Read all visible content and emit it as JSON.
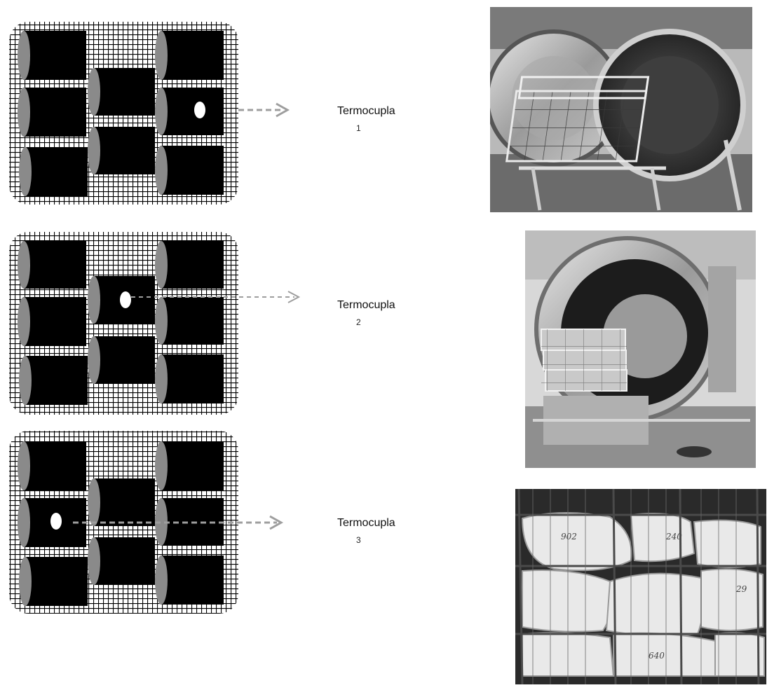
{
  "panels": [
    {
      "label": "Termocupla",
      "sub": "1",
      "thermocouple_slot": "middle-right"
    },
    {
      "label": "Termocupla",
      "sub": "2",
      "thermocouple_slot": "center"
    },
    {
      "label": "Termocupla",
      "sub": "3",
      "thermocouple_slot": "middle-left"
    }
  ],
  "photos": [
    {
      "name": "retort-open-with-basket-cart"
    },
    {
      "name": "retort-loaded-with-stacked-trays"
    },
    {
      "name": "basket-with-pouches-top-view",
      "handwritten": [
        "902",
        "240",
        "640",
        "29"
      ]
    }
  ],
  "colors": {
    "can": "#000000",
    "can_end": "#8a8a8a",
    "mesh": "#000000",
    "arrow": "#9e9e9e",
    "background": "#ffffff"
  }
}
